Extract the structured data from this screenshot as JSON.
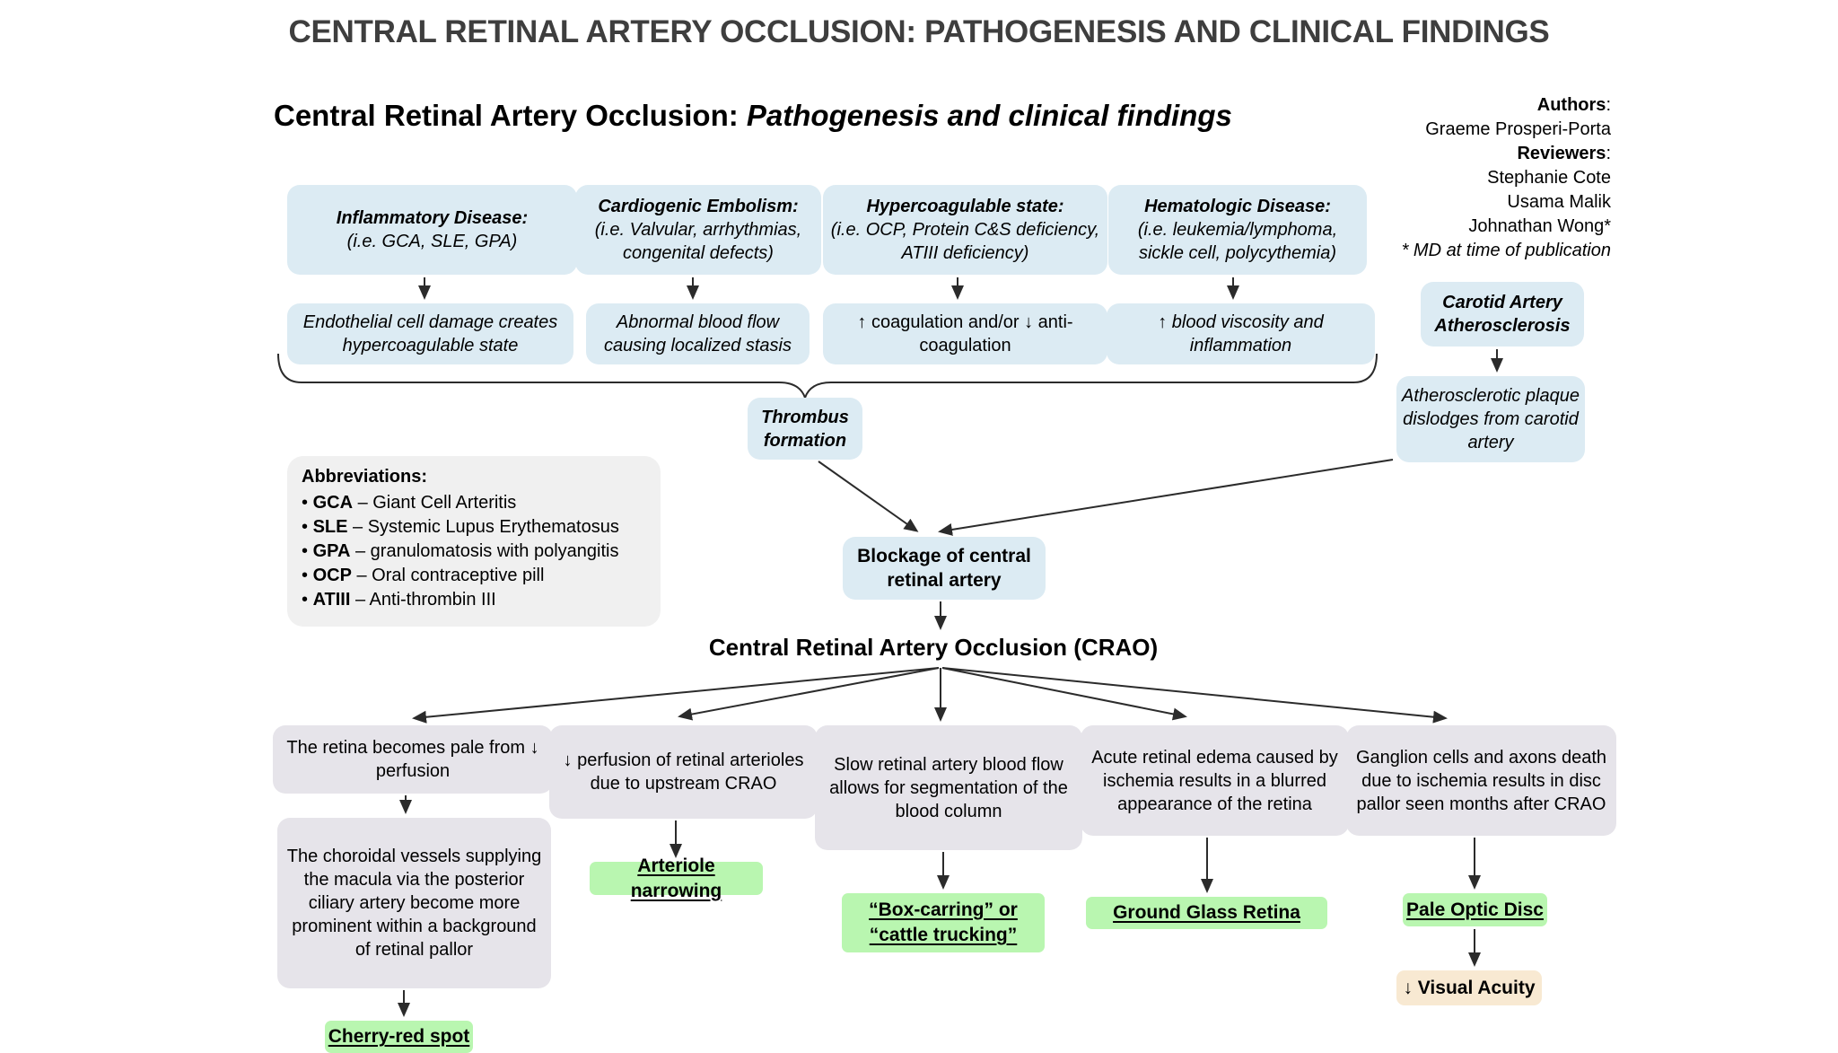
{
  "page_title": "CENTRAL RETINAL ARTERY OCCLUSION: PATHOGENESIS AND CLINICAL FINDINGS",
  "heading": {
    "main": "Central Retinal Artery Occlusion: ",
    "italic": "Pathogenesis and clinical findings"
  },
  "credits": {
    "authors_label": "Authors",
    "colon": ":",
    "authors": [
      "Graeme Prosperi-Porta"
    ],
    "reviewers_label": "Reviewers",
    "reviewers": [
      "Stephanie Cote",
      "Usama Malik",
      "Johnathan Wong*"
    ],
    "note": "* MD at time of publication"
  },
  "etiology": [
    {
      "title": "Inflammatory Disease:",
      "detail": "(i.e. GCA, SLE, GPA)"
    },
    {
      "title": "Cardiogenic Embolism:",
      "detail": "(i.e. Valvular, arrhythmias, congenital defects)"
    },
    {
      "title": "Hypercoagulable state:",
      "detail": "(i.e. OCP, Protein C&S deficiency, ATIII deficiency)"
    },
    {
      "title": "Hematologic Disease:",
      "detail": "(i.e. leukemia/lymphoma, sickle cell, polycythemia)"
    }
  ],
  "mechanisms": [
    {
      "text": "Endothelial cell damage creates hypercoagulable state"
    },
    {
      "text": "Abnormal blood flow causing localized stasis"
    },
    {
      "text": "↑ coagulation and/or ↓ anti-coagulation"
    },
    {
      "text": "↑ blood viscosity and inflammation"
    }
  ],
  "carotid": {
    "title": "Carotid Artery Atherosclerosis",
    "plaque": "Atherosclerotic plaque dislodges from carotid artery"
  },
  "thrombus": {
    "label": "Thrombus formation"
  },
  "abbreviations": {
    "label": "Abbreviations:",
    "items": [
      {
        "abbr": "GCA",
        "rest": " – Giant Cell Arteritis"
      },
      {
        "abbr": "SLE",
        "rest": " – Systemic Lupus Erythematosus"
      },
      {
        "abbr": "GPA",
        "rest": " – granulomatosis with polyangitis"
      },
      {
        "abbr": "OCP",
        "rest": " – Oral contraceptive pill"
      },
      {
        "abbr": "ATIII",
        "rest": " – Anti-thrombin III"
      }
    ]
  },
  "blockage": {
    "label": "Blockage of central retinal artery"
  },
  "crao": {
    "label": "Central Retinal Artery Occlusion (CRAO)"
  },
  "findings": [
    {
      "text": "The retina becomes pale from ↓ perfusion"
    },
    {
      "text": "↓ perfusion of retinal arterioles due to upstream CRAO"
    },
    {
      "text": "Slow retinal artery blood flow allows for segmentation of the blood column"
    },
    {
      "text": "Acute retinal edema caused by ischemia results in a blurred appearance of the retina"
    },
    {
      "text": "Ganglion cells and axons death due to ischemia results in disc pallor seen months after CRAO"
    }
  ],
  "choroidal": {
    "text": "The choroidal vessels supplying the macula via the posterior ciliary artery become more prominent within a background of retinal pallor"
  },
  "signs": {
    "cherry_red_spot": "Cherry-red spot",
    "arteriole_narrowing": "Arteriole narrowing",
    "box_carring_line1": "“Box-carring” or",
    "box_carring_line2": "“cattle trucking”",
    "ground_glass": "Ground Glass Retina",
    "pale_optic_disc": "Pale Optic Disc",
    "visual_acuity": "↓ Visual Acuity"
  },
  "colors": {
    "box_blue": "#dcebf3",
    "box_lavender": "#e6e4ea",
    "box_grey": "#f0f0f0",
    "label_green": "#b9f6b0",
    "label_peach": "#f8e9d2",
    "title_grey": "#3e3e3e",
    "arrow": "#2b2b2b"
  }
}
